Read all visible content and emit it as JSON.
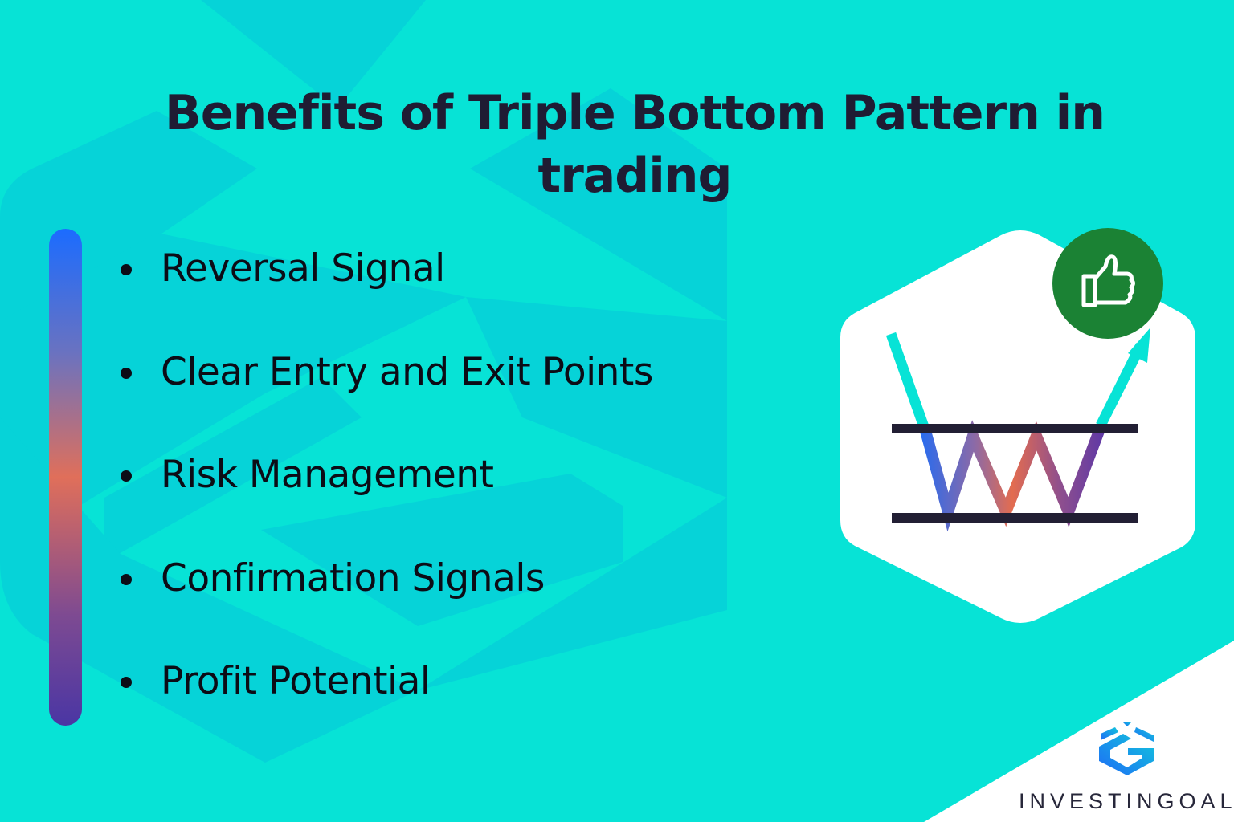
{
  "title": {
    "line1": "Benefits of Triple Bottom Pattern in",
    "line2": "trading"
  },
  "benefits": [
    {
      "label": "Reversal Signal"
    },
    {
      "label": "Clear Entry and Exit Points"
    },
    {
      "label": "Risk Management"
    },
    {
      "label": "Confirmation Signals"
    },
    {
      "label": "Profit Potential"
    }
  ],
  "graphic": {
    "pattern_name": "triple-bottom-pattern",
    "badge_icon": "thumbs-up-icon"
  },
  "brand": {
    "name": "INVESTINGOAL",
    "logo_icon": "investingoal-logo-icon"
  },
  "colors": {
    "background": "#07e3d6",
    "background_shape": "#06d3d8",
    "title_text": "#1f1c33",
    "badge_green": "#1b8234",
    "gradient_top": "#1b6cff",
    "gradient_mid": "#e06f5a",
    "gradient_bottom": "#4a36a4",
    "pattern_lines": "#221f34"
  }
}
